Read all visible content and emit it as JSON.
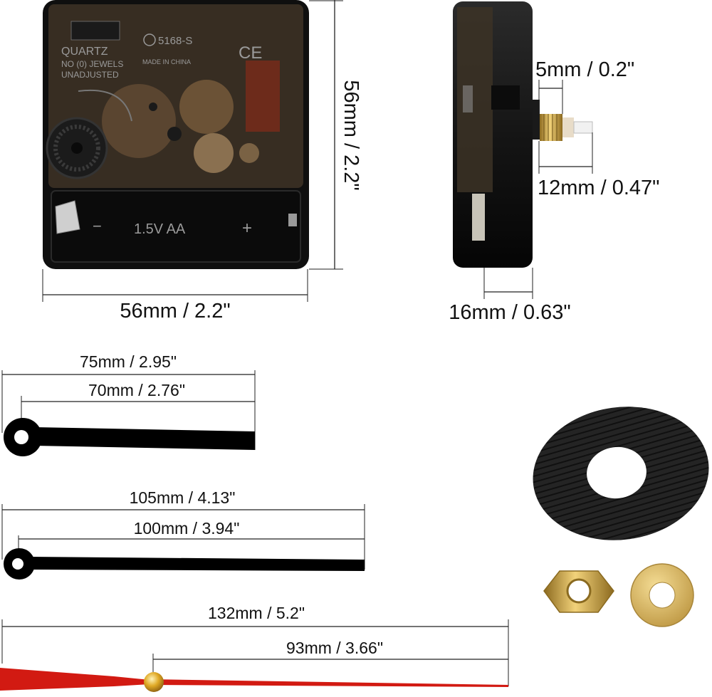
{
  "movement_front": {
    "model": "5168-S",
    "brand_lines": [
      "QUARTZ",
      "NO (0) JEWELS",
      "UNADJUSTED"
    ],
    "made_in": "MADE IN CHINA",
    "ce_mark": "CE",
    "battery_label": "1.5V AA",
    "battery_minus": "−",
    "battery_plus": "+",
    "width_label": "56mm / 2.2\"",
    "height_label": "56mm / 2.2\""
  },
  "movement_side": {
    "shaft_step_label": "5mm / 0.2\"",
    "shaft_length_label": "12mm / 0.47\"",
    "depth_label": "16mm / 0.63\""
  },
  "hour_hand": {
    "overall_label": "75mm / 2.95\"",
    "center_label": "70mm / 2.76\"",
    "color": "#000000"
  },
  "minute_hand": {
    "overall_label": "105mm / 4.13\"",
    "center_label": "100mm / 3.94\"",
    "color": "#000000"
  },
  "second_hand": {
    "overall_label": "132mm / 5.2\"",
    "center_label": "93mm / 3.66\"",
    "color": "#d21a12",
    "cap_color": "#d9a520"
  },
  "accessories": {
    "gasket_color": "#1f1f1f",
    "nut_color": "#c9a23e",
    "washer_color": "#d8b85a"
  }
}
